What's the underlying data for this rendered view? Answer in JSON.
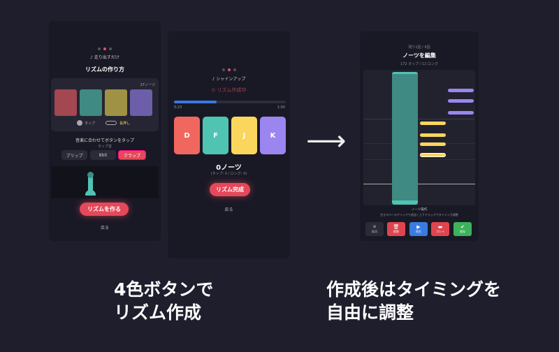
{
  "panel1": {
    "song": "♪ 走り出すだけ",
    "title": "リズムの作り方",
    "notes": "27ノーツ",
    "colors": [
      "#a34750",
      "#3f8a82",
      "#a09245",
      "#6c5ea8"
    ],
    "legend_tap": "タップ",
    "legend_hold": "長押し",
    "instruction": "音楽に合わせてボタンをタップ",
    "sound_label": "タップ音",
    "sounds": [
      "ブリップ",
      "8bit",
      "クラップ"
    ],
    "selected_sound": "クラップ",
    "create_button": "リズムを作る",
    "back": "戻る"
  },
  "panel2": {
    "song": "♪ シャインアップ",
    "status": "⊙ リズム作成中",
    "progress": 0.38,
    "time_current": "0:23",
    "time_total": "1:00",
    "keys": [
      {
        "label": "D",
        "color": "#f0675f"
      },
      {
        "label": "F",
        "color": "#4fc4b3"
      },
      {
        "label": "J",
        "color": "#fbd65c"
      },
      {
        "label": "K",
        "color": "#9b86f0"
      }
    ],
    "count": "0ノーツ",
    "detail": "(タップ: 0 / ロング: 0)",
    "done_button": "リズム完成",
    "back": "戻る"
  },
  "panel3": {
    "remaining": "残り1回 / 9回",
    "title": "ノーツを編集",
    "stats": "172 タップ / 12 ロング",
    "section_title": "ノーツ操作",
    "hint": "空きスペースクリックで追加 / 上下ドラッグでタイミング調整",
    "actions": [
      {
        "icon": "✕",
        "label": "取消",
        "color": "#2a2a38"
      },
      {
        "icon": "🗑",
        "label": "削除",
        "color": "#e0454f"
      },
      {
        "icon": "▶",
        "label": "再生",
        "color": "#3a7be0"
      },
      {
        "icon": "▬",
        "label": "プレイ",
        "color": "#e0454f"
      },
      {
        "icon": "✔",
        "label": "保存",
        "color": "#3db25a"
      }
    ]
  },
  "arrow": "⟶",
  "caption_left": [
    "4色ボタンで",
    "リズム作成"
  ],
  "caption_right": [
    "作成後はタイミングを",
    "自由に調整"
  ]
}
